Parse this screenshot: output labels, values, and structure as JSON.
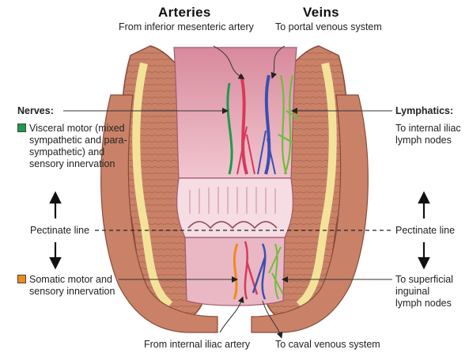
{
  "headers": {
    "arteries": "Arteries",
    "veins": "Veins"
  },
  "top": {
    "arterial_source": "From inferior mesenteric artery",
    "venous_drain": "To portal venous system"
  },
  "bottom": {
    "arterial_source": "From internal iliac artery",
    "venous_drain": "To caval venous system"
  },
  "left": {
    "nerves_title": "Nerves:",
    "visceral_lines": [
      "Visceral motor (mixed",
      "sympathetic and para-",
      "sympathetic) and",
      "sensory innervation"
    ],
    "visceral_color": "#1e9a4a",
    "somatic_lines": [
      "Somatic motor and",
      "sensory innervation"
    ],
    "somatic_color": "#f08a1c",
    "pectinate": "Pectinate line"
  },
  "right": {
    "lymph_title": "Lymphatics:",
    "upper_lines": [
      "To internal iliac",
      "lymph nodes"
    ],
    "pectinate": "Pectinate line",
    "lower_lines": [
      "To superficial",
      "inguinal",
      "lymph nodes"
    ]
  },
  "colors": {
    "artery": "#d63a5a",
    "vein": "#3b4fb0",
    "lymph": "#6cbf3a",
    "nerve_visceral": "#1e9a4a",
    "nerve_somatic": "#f08a1c",
    "muscle": "#c8826a",
    "fat": "#f3e39a",
    "mucosa": "#e9b8c4"
  }
}
